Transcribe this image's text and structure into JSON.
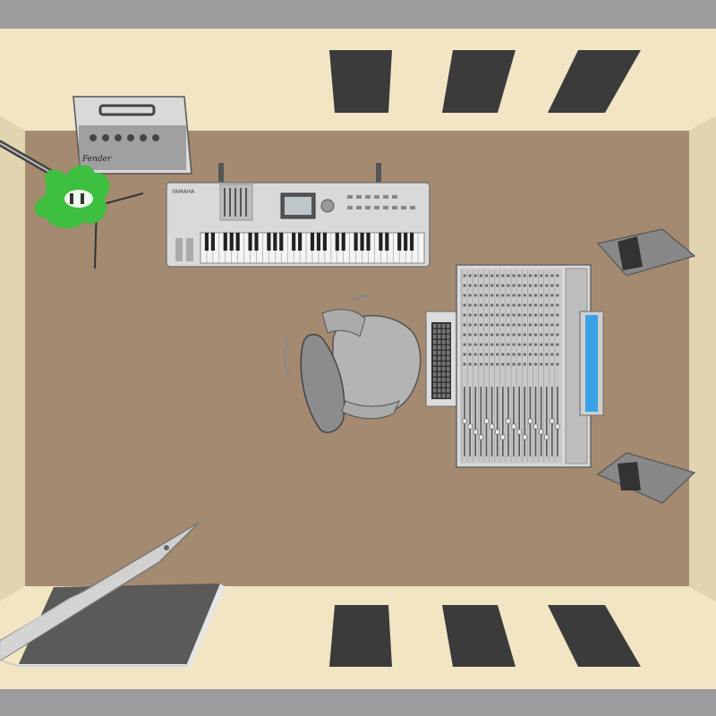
{
  "colors": {
    "frame": "#9c9c9c",
    "wall": "#f1e5c4",
    "wall_side": "#e2d4b0",
    "floor": "#a48a70",
    "panel": "#3b3b3b",
    "equipment": "#d9d9d9",
    "equipment_dark": "#7a7a7a",
    "guitar": "#3fbf3f",
    "screen": "#3aa3e8",
    "door": "#d4d4d4",
    "doorway": "#5a5a58"
  },
  "scene": {
    "type": "top-down room layout",
    "items": [
      {
        "name": "acoustic-panel",
        "count": 6
      },
      {
        "name": "guitar-amplifier",
        "count": 1
      },
      {
        "name": "electric-guitar",
        "count": 1
      },
      {
        "name": "keyboard-synthesizer",
        "count": 1
      },
      {
        "name": "office-chair",
        "count": 1
      },
      {
        "name": "mixing-console",
        "count": 1
      },
      {
        "name": "computer-keyboard",
        "count": 1
      },
      {
        "name": "monitor",
        "count": 1
      },
      {
        "name": "studio-speaker",
        "count": 2
      },
      {
        "name": "door",
        "count": 1
      }
    ]
  },
  "labels": {
    "amp_brand": "Fender",
    "keyboard_brand": "YAMAHA"
  }
}
